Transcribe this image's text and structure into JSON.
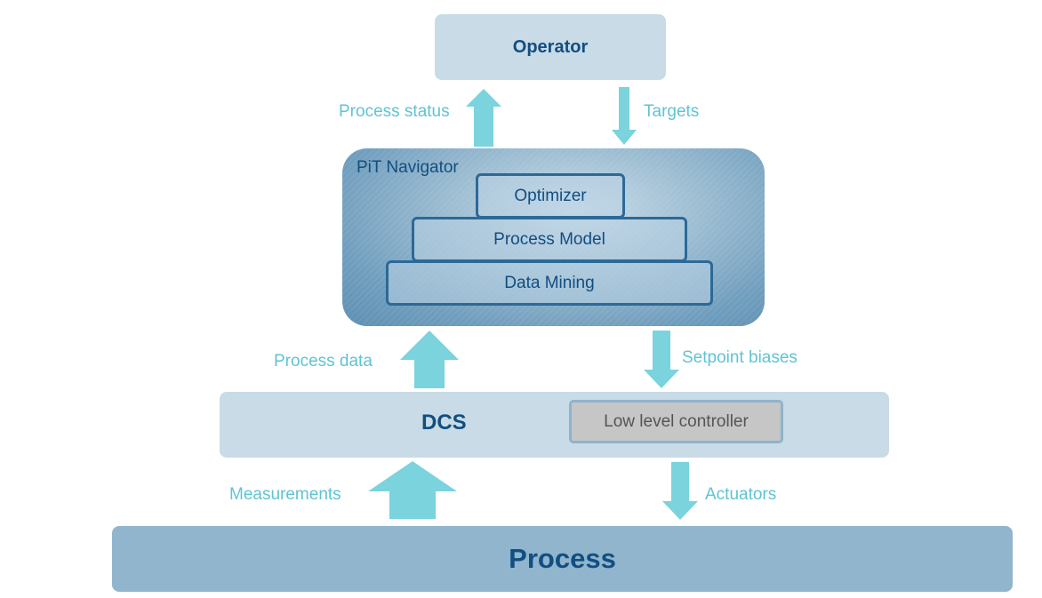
{
  "operator": {
    "label": "Operator"
  },
  "pit_navigator": {
    "title": "PiT Navigator",
    "layers": [
      "Optimizer",
      "Process Model",
      "Data Mining"
    ]
  },
  "dcs": {
    "label": "DCS",
    "controller": "Low level controller"
  },
  "process": {
    "label": "Process"
  },
  "flows": {
    "process_status": "Process status",
    "targets": "Targets",
    "process_data": "Process data",
    "setpoint_biases": "Setpoint biases",
    "measurements": "Measurements",
    "actuators": "Actuators"
  },
  "colors": {
    "box_light": "#c8dbe6",
    "box_dark": "#90b5cd",
    "text_dark": "#124e80",
    "arrow": "#7ad3dd",
    "flow_label": "#5fc3d3"
  }
}
